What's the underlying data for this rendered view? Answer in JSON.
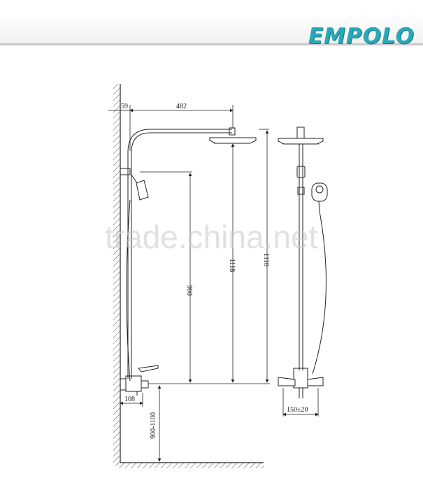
{
  "brand": {
    "logo_text": "EMPOLO",
    "color": "#29a8b7"
  },
  "watermark": "trade.china.net",
  "dimensions": {
    "wall_offset": "59",
    "arm_length": "482",
    "hand_shower_height": "980",
    "head_height_side": "1118",
    "head_height_front": "1118",
    "mixer_depth": "108",
    "mixer_height": "900-1100",
    "inlet_spacing": "150±20"
  }
}
